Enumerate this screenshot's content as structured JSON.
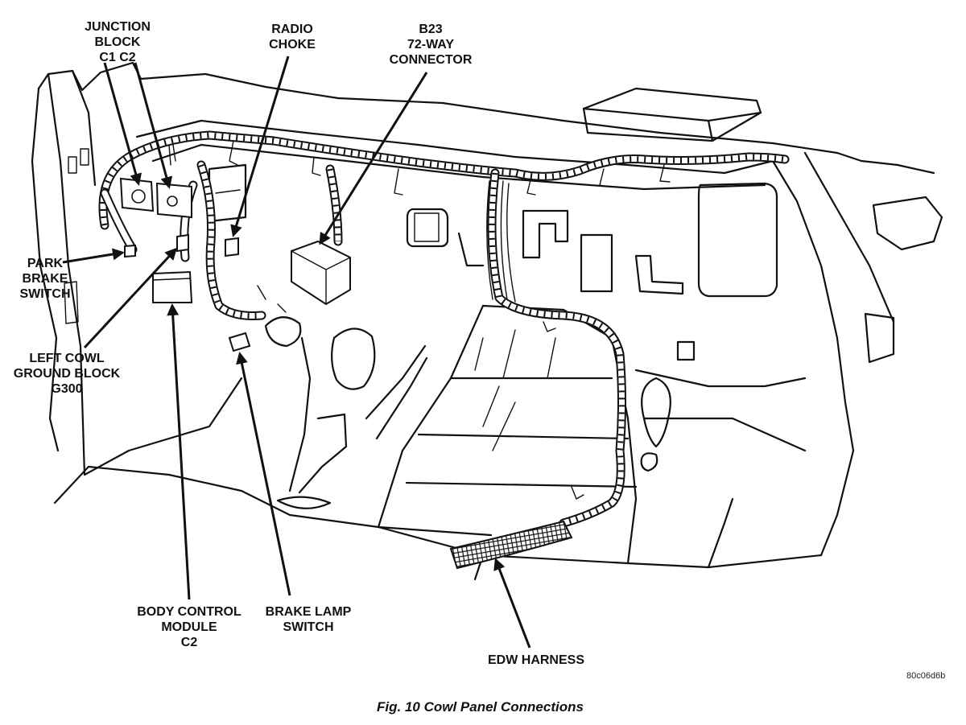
{
  "figure": {
    "caption": "Fig. 10 Cowl Panel Connections",
    "code": "80c06d6b"
  },
  "labels": {
    "junction_block": [
      "JUNCTION",
      "BLOCK",
      "C1   C2"
    ],
    "radio_choke": [
      "RADIO",
      "CHOKE"
    ],
    "b23_connector": [
      "B23",
      "72-WAY",
      "CONNECTOR"
    ],
    "park_brake_switch": [
      "PARK",
      "BRAKE",
      "SWITCH"
    ],
    "left_cowl_ground_block": [
      "LEFT COWL",
      "GROUND BLOCK",
      "G300"
    ],
    "body_control_module": [
      "BODY CONTROL",
      "MODULE",
      "C2"
    ],
    "brake_lamp_switch": [
      "BRAKE LAMP",
      "SWITCH"
    ],
    "edw_harness": [
      "EDW HARNESS"
    ]
  }
}
